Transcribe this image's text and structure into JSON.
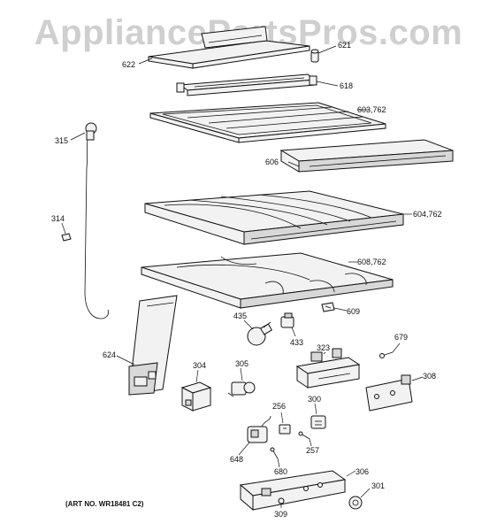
{
  "watermark": "AppliancePartsPros.com",
  "art_number": "(ART NO. WR18481 C2)",
  "callouts": [
    {
      "id": "c621",
      "label": "621"
    },
    {
      "id": "c622",
      "label": "622"
    },
    {
      "id": "c618",
      "label": "618"
    },
    {
      "id": "c603",
      "label": "603,762"
    },
    {
      "id": "c315",
      "label": "315"
    },
    {
      "id": "c606",
      "label": "606"
    },
    {
      "id": "c314",
      "label": "314"
    },
    {
      "id": "c604",
      "label": "604,762"
    },
    {
      "id": "c608",
      "label": "608,762"
    },
    {
      "id": "c609",
      "label": "609"
    },
    {
      "id": "c435",
      "label": "435"
    },
    {
      "id": "c433",
      "label": "433"
    },
    {
      "id": "c323",
      "label": "323"
    },
    {
      "id": "c679",
      "label": "679"
    },
    {
      "id": "c624",
      "label": "624"
    },
    {
      "id": "c304",
      "label": "304"
    },
    {
      "id": "c305",
      "label": "305"
    },
    {
      "id": "c308",
      "label": "308"
    },
    {
      "id": "c256",
      "label": "256"
    },
    {
      "id": "c300",
      "label": "300"
    },
    {
      "id": "c257",
      "label": "257"
    },
    {
      "id": "c648",
      "label": "648"
    },
    {
      "id": "c680",
      "label": "680"
    },
    {
      "id": "c306",
      "label": "306"
    },
    {
      "id": "c301",
      "label": "301"
    },
    {
      "id": "c309",
      "label": "309"
    }
  ]
}
